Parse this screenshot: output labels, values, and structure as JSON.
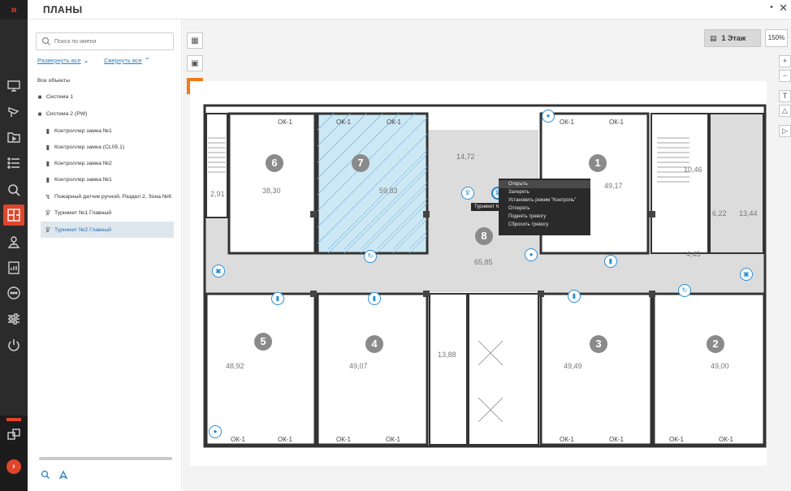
{
  "header": {
    "title": "ПЛАНЫ",
    "pin": "•",
    "close": "✕"
  },
  "rail": {
    "top_glyph": "»",
    "badge_glyph": "›"
  },
  "tree": {
    "search_placeholder": "Поиск по имени",
    "expand_all": "Развернуть все",
    "collapse_all": "Свернуть все",
    "root": "Все объекты",
    "items": [
      {
        "label": "Система 1",
        "icon": "folder-icon"
      },
      {
        "label": "Система 2 (PW)",
        "icon": "folder-icon"
      },
      {
        "label": "Контроллер замка №1",
        "icon": "lock-controller-icon"
      },
      {
        "label": "Контроллер замка (CL05.1)",
        "icon": "lock-controller-icon"
      },
      {
        "label": "Контроллер замка №2",
        "icon": "lock-controller-icon"
      },
      {
        "label": "Контроллер замка №1",
        "icon": "lock-controller-icon"
      },
      {
        "label": "Пожарный датчик ручной, Раздел 2, Зона №6",
        "icon": "fire-sensor-icon"
      },
      {
        "label": "Турникет №1 Главный",
        "icon": "turnstile-icon"
      },
      {
        "label": "Турникет №2 Главный",
        "icon": "turnstile-icon"
      }
    ]
  },
  "map": {
    "floor_label": "1 Этаж",
    "zoom": "150%",
    "rooms": [
      {
        "num": "1",
        "area": "49,17"
      },
      {
        "num": "2",
        "area": "49,00"
      },
      {
        "num": "3",
        "area": "49,49"
      },
      {
        "num": "4",
        "area": "49,07"
      },
      {
        "num": "5",
        "area": "48,92"
      },
      {
        "num": "6",
        "area": "38,30"
      },
      {
        "num": "7",
        "area": "59,83"
      },
      {
        "num": "8",
        "area": "65,85"
      }
    ],
    "small_areas": [
      "14,72",
      "13,88",
      "10,46",
      "6,22",
      "13,44",
      "4,43",
      "2,91"
    ],
    "window_label": "ОК-1",
    "tooltip": "Турникет №2",
    "context_menu": [
      "Открыть",
      "Запереть",
      "Установить режим \"Контроль\"",
      "Отпереть",
      "Поднять тревогу",
      "Сбросить тревогу"
    ]
  }
}
